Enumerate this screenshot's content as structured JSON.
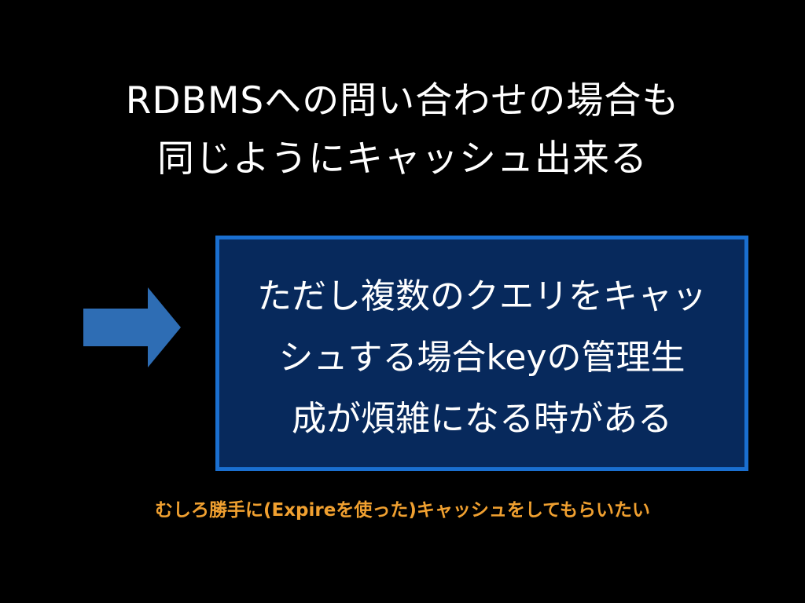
{
  "slide": {
    "title_lines": [
      "RDBMSへの問い合わせの場合も",
      "同じようにキャッシュ出来る"
    ],
    "callout_lines": [
      "ただし複数のクエリをキャッ",
      "シュする場合keyの管理生",
      "成が煩雑になる時がある"
    ],
    "note": "むしろ勝手に(Expireを使った)キャッシュをしてもらいたい"
  },
  "colors": {
    "background": "#000000",
    "title_text": "#ffffff",
    "arrow_fill": "#2e6db4",
    "callout_fill": "#07295c",
    "callout_border": "#1a6fd0",
    "note_text": "#f0a030"
  },
  "icons": {
    "arrow": "right-arrow-icon"
  }
}
